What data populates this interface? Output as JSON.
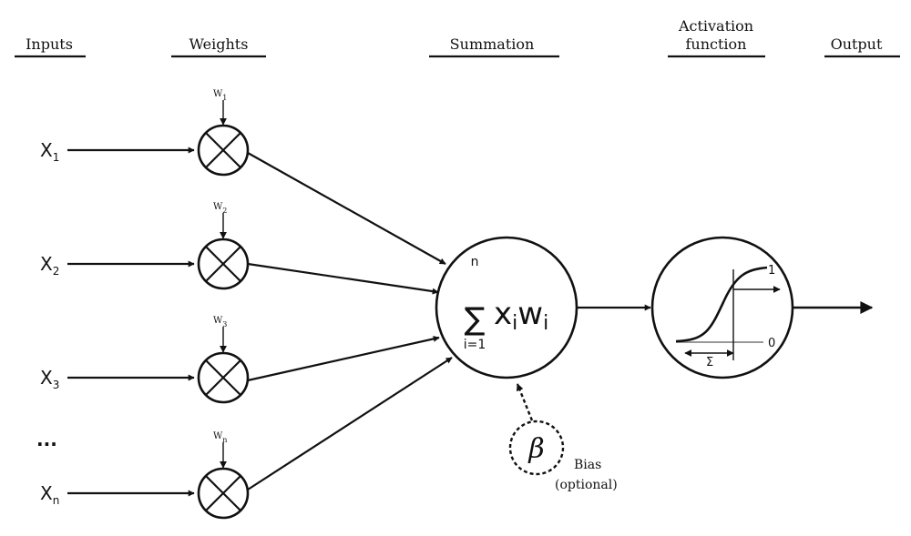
{
  "headers": {
    "inputs": "Inputs",
    "weights": "Weights",
    "summation": "Summation",
    "activation_line1": "Activation",
    "activation_line2": "function",
    "output": "Output"
  },
  "inputs": [
    {
      "base": "X",
      "sub": "1"
    },
    {
      "base": "X",
      "sub": "2"
    },
    {
      "base": "X",
      "sub": "3"
    },
    {
      "base": "X",
      "sub": "n"
    }
  ],
  "ellipsis": "...",
  "weights": [
    {
      "base": "W",
      "sub": "1"
    },
    {
      "base": "W",
      "sub": "2"
    },
    {
      "base": "W",
      "sub": "3"
    },
    {
      "base": "W",
      "sub": "n"
    }
  ],
  "summation": {
    "sigma": "∑",
    "upper": "n",
    "lower": "i=1",
    "x": "x",
    "x_sub": "i",
    "w": "w",
    "w_sub": "i"
  },
  "activation": {
    "one_label": "1",
    "zero_label": "0",
    "sigma_label": "Σ"
  },
  "bias": {
    "symbol": "β",
    "label_line1": "Bias",
    "label_line2": "(optional)"
  }
}
